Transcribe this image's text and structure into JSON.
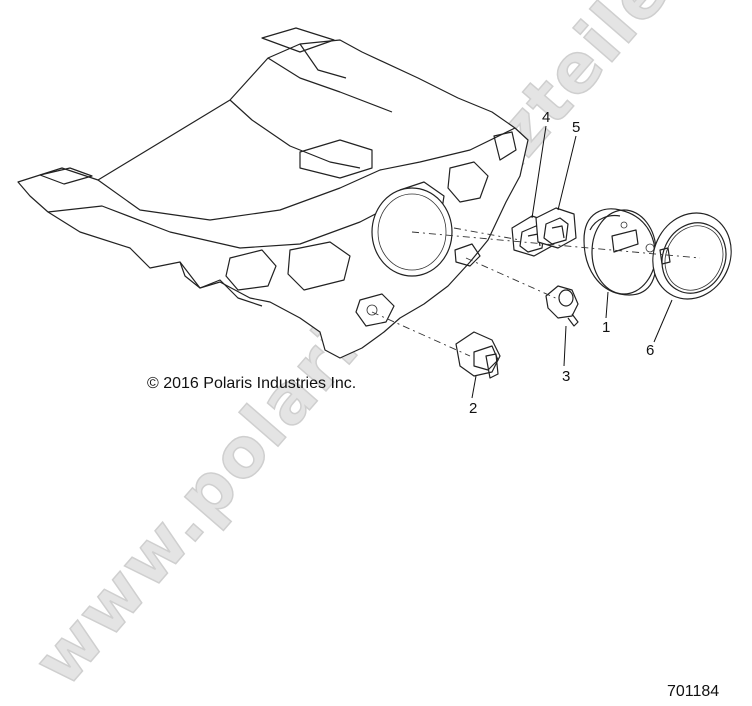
{
  "copyright": "© 2016 Polaris Industries Inc.",
  "document_number": "701184",
  "watermark": "www.polarisersatzteile.de",
  "callouts": [
    {
      "id": "1"
    },
    {
      "id": "2"
    },
    {
      "id": "3"
    },
    {
      "id": "4"
    },
    {
      "id": "5"
    },
    {
      "id": "6"
    }
  ]
}
